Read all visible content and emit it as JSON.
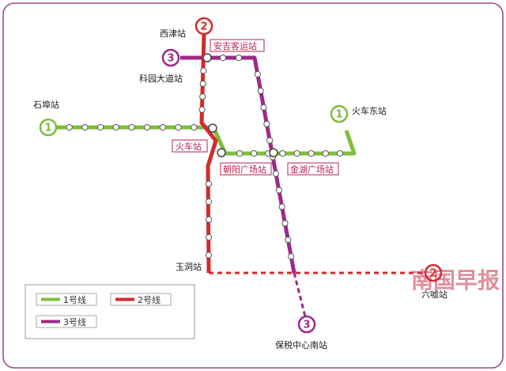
{
  "lines": [
    {
      "id": "line1",
      "number": "1",
      "name": "1号线",
      "color": "#7cbf3a"
    },
    {
      "id": "line2",
      "number": "2",
      "name": "2号线",
      "color": "#d42a2a"
    },
    {
      "id": "line3",
      "number": "3",
      "name": "3号线",
      "color": "#9c2a8a"
    }
  ],
  "stations": {
    "xijin": "西津站",
    "anjikeyun": "安吉客运站",
    "keyuandadao": "科园大道站",
    "shibu": "石埠站",
    "huochedong": "火车东站",
    "huoche": "火车站",
    "chaoyang": "朝阳广场站",
    "jinhu": "金湖广场站",
    "yudong": "玉洞站",
    "liuxu": "六嘘站",
    "baoshui": "保税中心南站"
  },
  "watermark": "南国早报",
  "legend": {
    "line1": "1号线",
    "line2": "2号线",
    "line3": "3号线"
  }
}
